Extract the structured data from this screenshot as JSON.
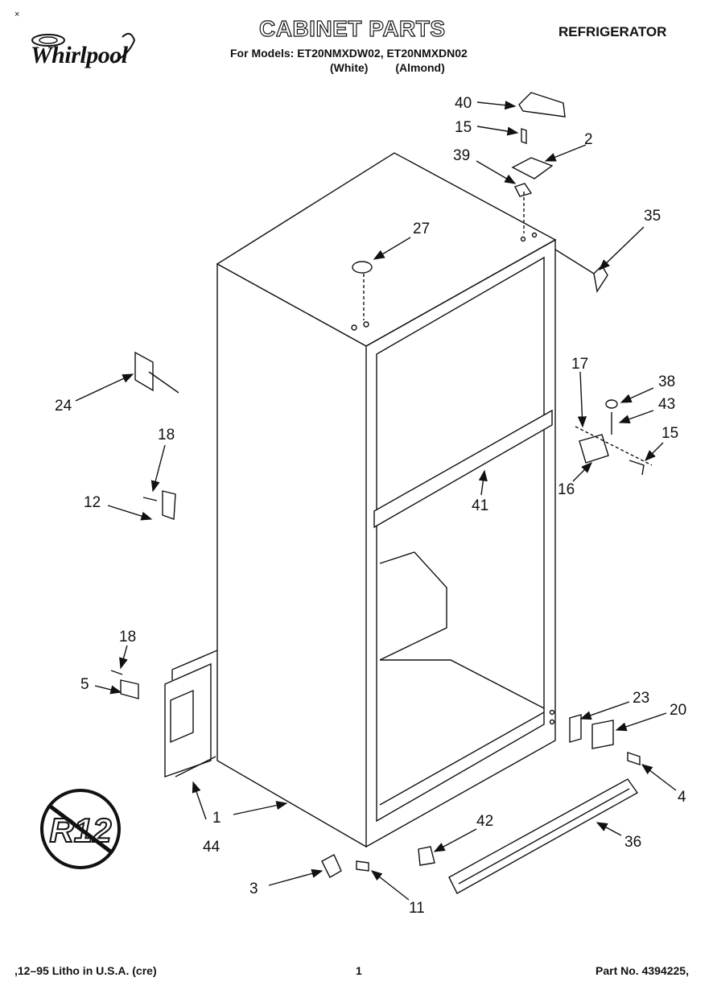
{
  "header": {
    "corner_mark": "×",
    "brand": "Whirlpool",
    "title": "CABINET PARTS",
    "category": "REFRIGERATOR",
    "models_line": "For Models: ET20NMXDW02, ET20NMXDN02",
    "variant_1": "(White)",
    "variant_2": "(Almond)"
  },
  "badge": {
    "text": "R12"
  },
  "callouts": [
    "40",
    "15",
    "2",
    "39",
    "35",
    "27",
    "17",
    "38",
    "43",
    "15",
    "16",
    "41",
    "24",
    "18",
    "12",
    "18",
    "5",
    "23",
    "20",
    "4",
    "1",
    "44",
    "42",
    "36",
    "3",
    "11"
  ],
  "footer": {
    "left": ",12–95 Litho in U.S.A. (cre)",
    "page": "1",
    "right": "Part No. 4394225,"
  }
}
